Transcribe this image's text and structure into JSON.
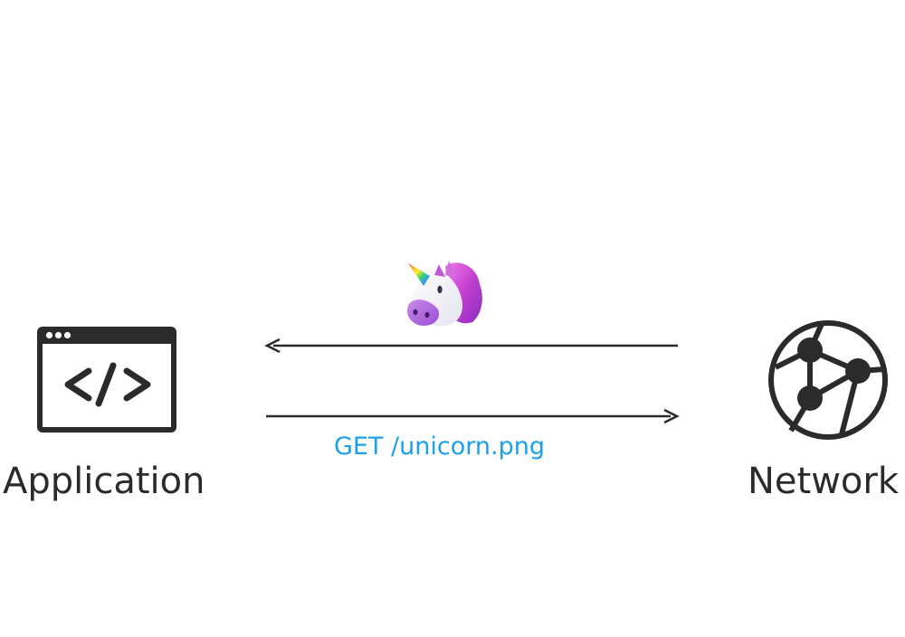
{
  "nodes": {
    "application": {
      "label": "Application",
      "icon": "code-window-icon"
    },
    "network": {
      "label": "Network",
      "icon": "network-globe-icon"
    }
  },
  "request": {
    "label": "GET /unicorn.png"
  },
  "response": {
    "payload_icon": "unicorn-icon"
  },
  "colors": {
    "ink": "#2b2b2b",
    "request_label": "#1aa0ec",
    "background": "#ffffff"
  }
}
